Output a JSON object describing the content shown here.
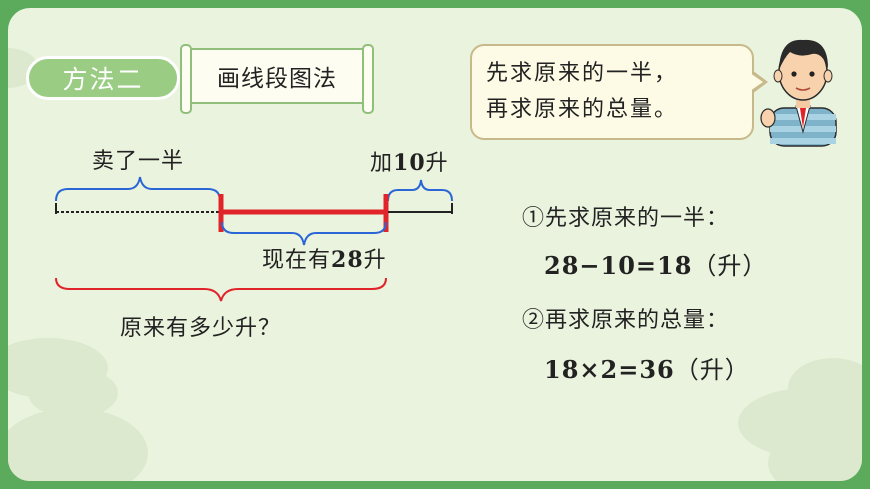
{
  "method_badge": "方法二",
  "method_name": "画线段图法",
  "speech": {
    "line1": "先求原来的一半，",
    "line2": "再求原来的总量。"
  },
  "diagram": {
    "sold_half": "卖了一半",
    "add_prefix": "加",
    "add_amount": "10",
    "add_unit": "升",
    "now_prefix": "现在有",
    "now_amount": "28",
    "now_unit": "升",
    "original_question": "原来有多少升？"
  },
  "steps": [
    {
      "title": "①先求原来的一半：",
      "equation": "28−10=18",
      "unit": "（升）"
    },
    {
      "title": "②再求原来的总量：",
      "equation": "18×2=36",
      "unit": "（升）"
    }
  ],
  "colors": {
    "frame": "#5cab5c",
    "badge": "#9acc83",
    "brace_blue": "#2a66d6",
    "brace_red": "#e0242a",
    "segment_red": "#e0242a"
  }
}
